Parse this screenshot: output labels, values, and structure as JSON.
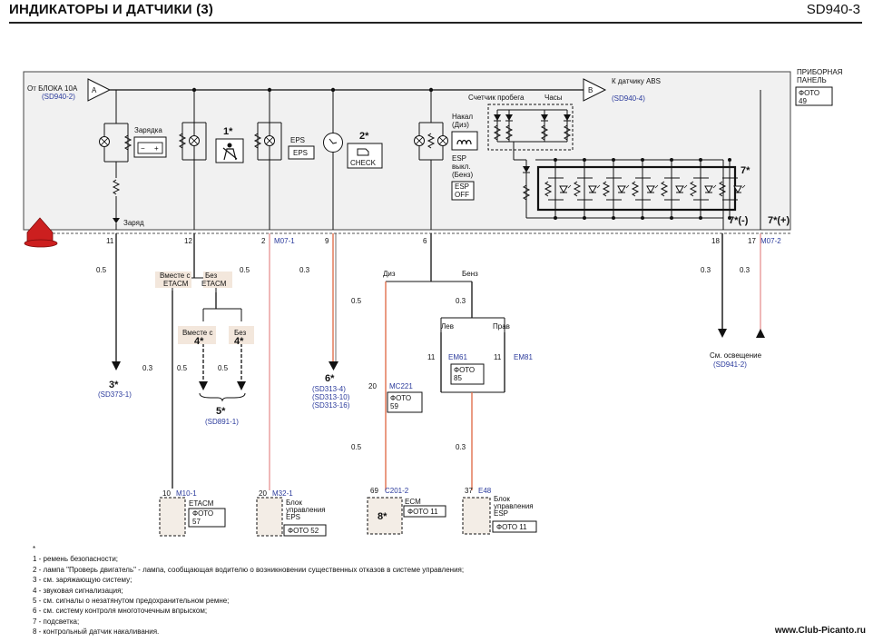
{
  "header": {
    "title": "ИНДИКАТОРЫ И ДАТЧИКИ (3)",
    "code": "SD940-3"
  },
  "panel": {
    "label": "ПРИБОРНАЯ ПАНЕЛЬ",
    "photo_label": "ФОТО",
    "photo_num": "49"
  },
  "source": {
    "label": "От БЛОКА 10А",
    "ref": "(SD940-2)",
    "connector_a": "A"
  },
  "abs": {
    "connector_b": "B",
    "label": "К датчику ABS",
    "ref": "(SD940-4)"
  },
  "lamps": {
    "charge": "Зарядка",
    "star1": "1*",
    "eps_title": "EPS",
    "eps_box": "EPS",
    "star2": "2*",
    "check": "CHECK",
    "glow": "Накал (Диз)",
    "esp_off_label": "ESP выкл. (Бенз)",
    "esp_box": "ESP OFF",
    "odometer": "Счетчик пробега",
    "clock": "Часы",
    "star7": "7*",
    "star7_minus": "7*(-)",
    "star7_plus": "7*(+)"
  },
  "charge_label": "Заряд",
  "pins": {
    "p11": "11",
    "p12": "12",
    "p2": "2",
    "m07_1": "M07-1",
    "p9": "9",
    "p6": "6",
    "p18": "18",
    "p17": "17",
    "m07_2": "M07-2"
  },
  "wires": {
    "w05": "0.5",
    "w03": "0.3"
  },
  "branches": {
    "with_etacm": "Вместе с ETACM",
    "without_etacm": "Без ETACM",
    "with4": "Вместе с",
    "with4_star": "4*",
    "without4": "Без",
    "without4_star": "4*",
    "diesel": "Диз",
    "petrol": "Бенз",
    "left": "Лев",
    "right": "Прав"
  },
  "refs": {
    "star3": "3*",
    "sd373": "(SD373-1)",
    "star5": "5*",
    "sd891": "(SD891-1)",
    "star6": "6*",
    "sd313_4": "(SD313-4)",
    "sd313_10": "(SD313-10)",
    "sd313_16": "(SD313-16)",
    "lighting": "См. освещение",
    "sd941": "(SD941-2)"
  },
  "connectors": {
    "em61_pin": "11",
    "em61": "EM61",
    "em81_pin": "11",
    "em81": "EM81",
    "photo85": "ФОТО 85",
    "mc221_pin": "20",
    "mc221": "MC221",
    "photo59": "ФОТО 59"
  },
  "modules": {
    "etacm_pin": "10",
    "etacm_conn": "M10-1",
    "etacm": "ETACM",
    "etacm_photo": "ФОТО 57",
    "eps_pin": "20",
    "eps_conn": "M32-1",
    "eps": "Блок управления EPS",
    "eps_photo": "ФОТО 52",
    "ecm_pin": "69",
    "ecm_conn": "C201-2",
    "ecm": "ECM",
    "ecm_photo": "ФОТО 11",
    "ecm_star": "8*",
    "esp_pin": "37",
    "esp_conn": "E48",
    "esp": "Блок управления ESP",
    "esp_photo": "ФОТО 11"
  },
  "footnotes": [
    "*",
    "1 - ремень безопасности;",
    "2 - лампа \"Проверь двигатель\" - лампа, сообщающая водителю о возникновении существенных отказов в системе управления;",
    "3 - см. заряжающую систему;",
    "4 - звуковая сигнализация;",
    "5 - см. сигналы о незатянутом предохранительном ремне;",
    "6 - см. систему контроля многоточечным впрыском;",
    "7 - подсветка;",
    "8 - контрольный датчик накаливания."
  ],
  "watermark": "www.Club-Picanto.ru",
  "colors": {
    "wire_orange": "#e2704e",
    "wire_pink": "#e89a9a",
    "ref_blue": "#2a3a9c",
    "logo_red": "#cc1f1f",
    "panel_fill": "#f1f1f1",
    "module_fill": "#f3ede6"
  },
  "icons": [
    "lamp-icon",
    "battery-icon",
    "seatbelt-icon",
    "engine-check-icon",
    "glow-plug-icon",
    "gauge-icon",
    "connector-a-icon",
    "connector-b-icon",
    "ground-arrow-icon",
    "logo-icon"
  ]
}
